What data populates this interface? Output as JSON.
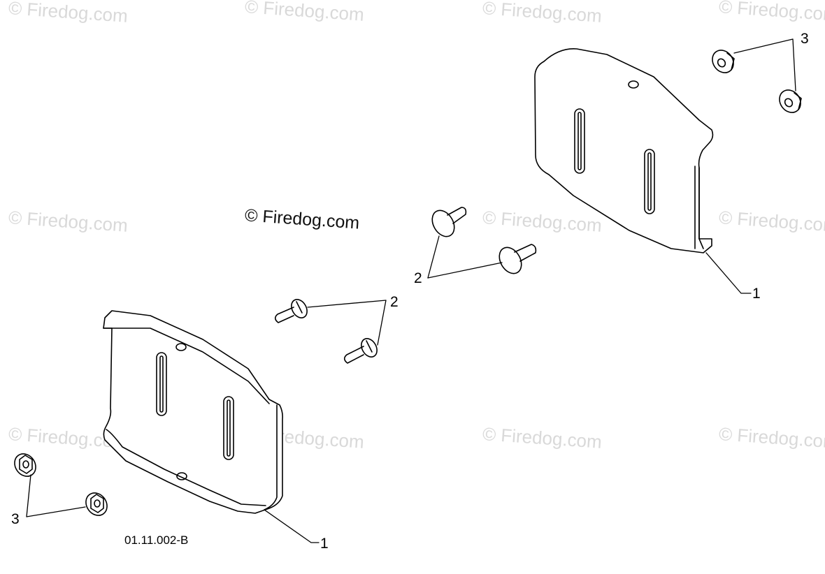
{
  "watermarks": {
    "text": "© Firedog.com",
    "main_text": "© Firedog.com"
  },
  "callouts": {
    "part_1_upper": "1",
    "part_1_lower": "1",
    "part_2_upper": "2",
    "part_2_middle": "2",
    "part_3_upper": "3",
    "part_3_lower": "3"
  },
  "diagram_code": "01.11.002-B"
}
